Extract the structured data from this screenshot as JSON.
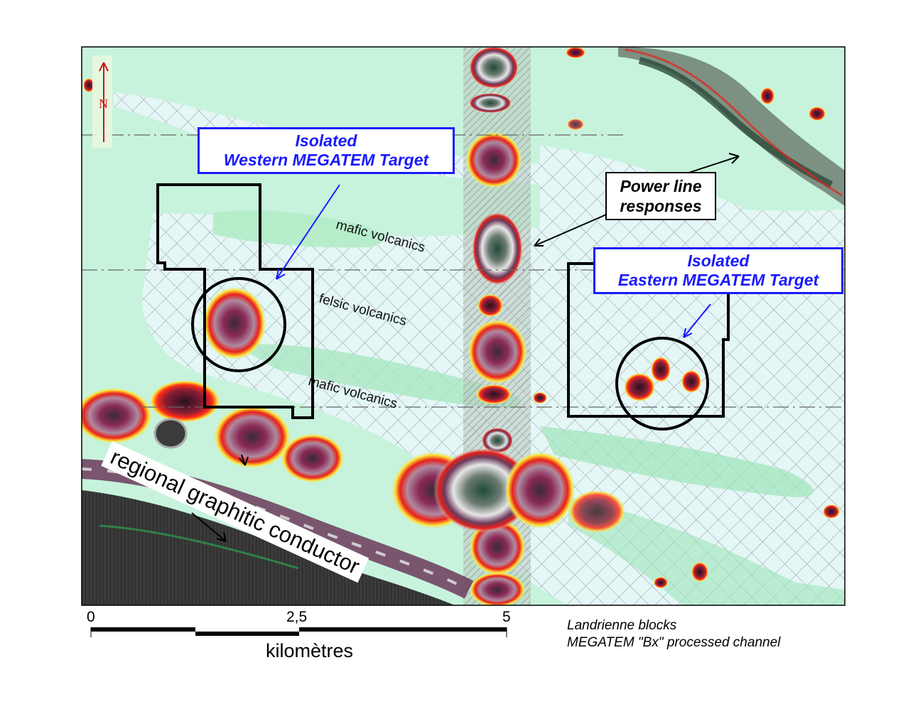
{
  "labels": {
    "western_target": [
      "Isolated",
      "Western MEGATEM Target"
    ],
    "eastern_target": [
      "Isolated",
      "Eastern MEGATEM Target"
    ],
    "power_line": [
      "Power line",
      "responses"
    ],
    "mafic_upper": "mafic volcanics",
    "felsic": "felsic volcanics",
    "mafic_lower": "mafic volcanics",
    "conductor": "regional graphitic conductor"
  },
  "north_arrow_letter": "N",
  "scale_bar": {
    "ticks": [
      "0",
      "2,5",
      "5"
    ],
    "unit": "kilomètres"
  },
  "caption": [
    "Landrienne blocks",
    "MEGATEM \"Bx\" processed channel"
  ],
  "colors": {
    "background": "#c7f3dc",
    "target_box_text": "#1a1aff",
    "anomaly_core": "#8a2a55",
    "anomaly_rim": "#e8201a",
    "anomaly_halo": "#ffe033",
    "conductor_dark": "#3b3b3b"
  },
  "icons": [
    "north-arrow-icon"
  ]
}
